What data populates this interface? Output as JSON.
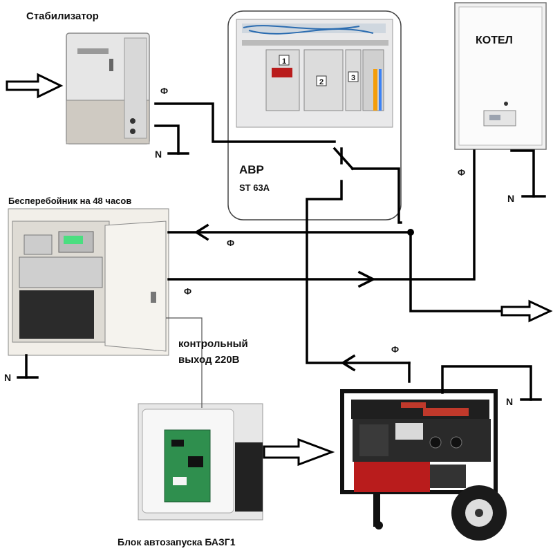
{
  "labels": {
    "stabilizer": "Стабилизатор",
    "ats_name": "АВР",
    "ats_model": "ST 63A",
    "boiler": "КОТЕЛ",
    "ups": "Бесперебойник на 48 часов",
    "control_output_line1": "контрольный",
    "control_output_line2": "выход 220В",
    "autostart": "Блок автозапуска БАЗГ1",
    "phase": "Ф",
    "neutral": "N"
  },
  "ats_modules": [
    "1",
    "2",
    "3"
  ],
  "colors": {
    "wire": "#000000",
    "stabilizer_body": "#e4e4e4",
    "boiler_body": "#f4f4f4",
    "generator_accent": "#c0392b"
  }
}
